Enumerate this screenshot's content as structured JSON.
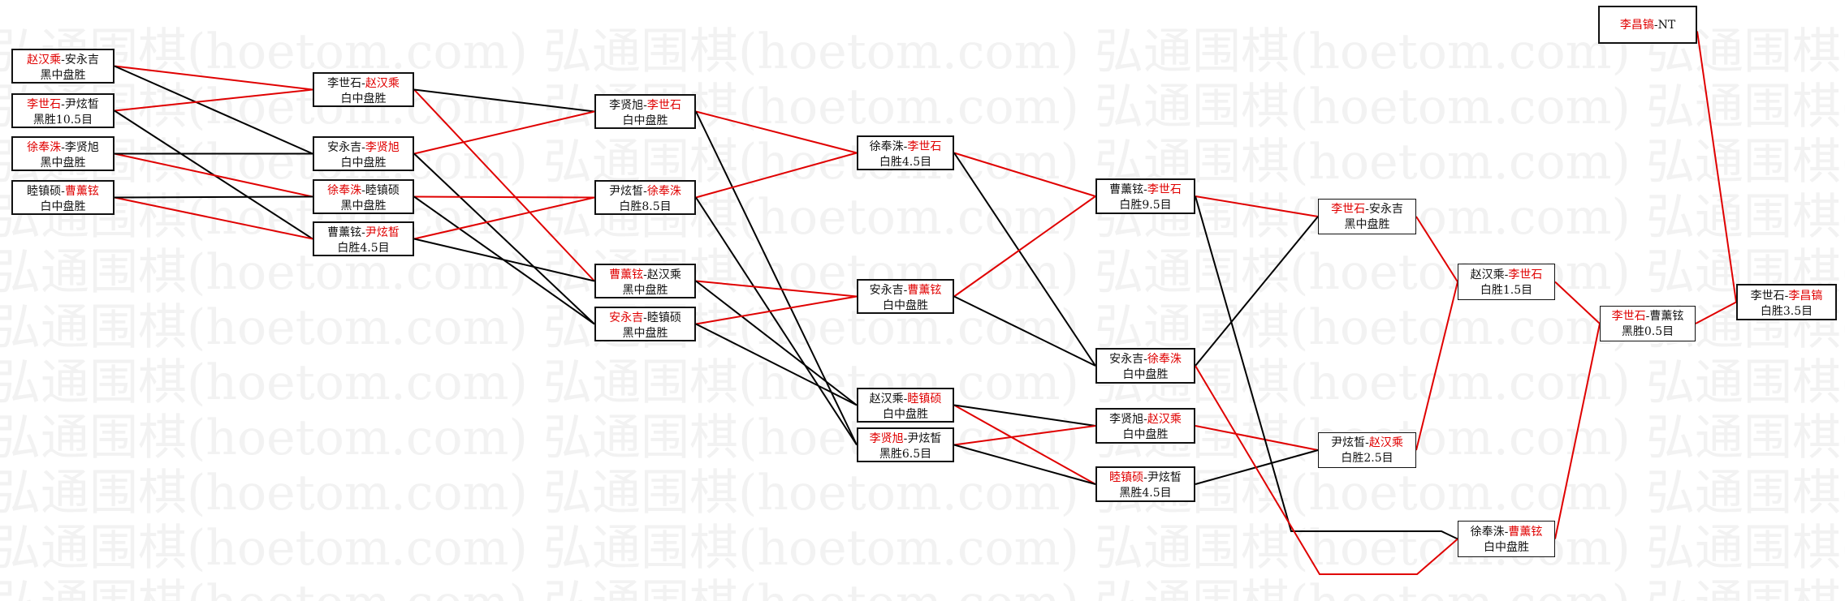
{
  "watermark": {
    "text": "弘通围棋(hoetom.com) 弘通围棋(hoetom.com) 弘通围棋(hoetom.com) 弘通围棋(hoetom.com) 弘通围棋(hoetom.com)"
  },
  "colors": {
    "winner": "#e00000",
    "line_red": "#e00000",
    "line_black": "#000000",
    "text": "#111111"
  },
  "bracket": {
    "r1": [
      {
        "p1": "赵汉乘",
        "p2": "安永吉",
        "winner": 1,
        "result": "黑中盘胜"
      },
      {
        "p1": "李世石",
        "p2": "尹炫皙",
        "winner": 1,
        "result": "黑胜10.5目"
      },
      {
        "p1": "徐奉洙",
        "p2": "李贤旭",
        "winner": 1,
        "result": "黑中盘胜"
      },
      {
        "p1": "睦镇硕",
        "p2": "曹薰铉",
        "winner": 2,
        "result": "白中盘胜"
      }
    ],
    "r2": [
      {
        "p1": "李世石",
        "p2": "赵汉乘",
        "winner": 2,
        "result": "白中盘胜"
      },
      {
        "p1": "安永吉",
        "p2": "李贤旭",
        "winner": 2,
        "result": "白中盘胜"
      },
      {
        "p1": "徐奉洙",
        "p2": "睦镇硕",
        "winner": 1,
        "result": "黑中盘胜"
      },
      {
        "p1": "曹薰铉",
        "p2": "尹炫皙",
        "winner": 2,
        "result": "白胜4.5目"
      }
    ],
    "r3": [
      {
        "p1": "李贤旭",
        "p2": "李世石",
        "winner": 2,
        "result": "白中盘胜"
      },
      {
        "p1": "尹炫皙",
        "p2": "徐奉洙",
        "winner": 2,
        "result": "白胜8.5目"
      },
      {
        "p1": "曹薰铉",
        "p2": "赵汉乘",
        "winner": 1,
        "result": "黑中盘胜"
      },
      {
        "p1": "安永吉",
        "p2": "睦镇硕",
        "winner": 1,
        "result": "黑中盘胜"
      }
    ],
    "r4": [
      {
        "p1": "徐奉洙",
        "p2": "李世石",
        "winner": 2,
        "result": "白胜4.5目"
      },
      {
        "p1": "安永吉",
        "p2": "曹薰铉",
        "winner": 2,
        "result": "白中盘胜"
      },
      {
        "p1": "赵汉乘",
        "p2": "睦镇硕",
        "winner": 2,
        "result": "白中盘胜"
      },
      {
        "p1": "李贤旭",
        "p2": "尹炫皙",
        "winner": 1,
        "result": "黑胜6.5目"
      }
    ],
    "r5": [
      {
        "p1": "曹薰铉",
        "p2": "李世石",
        "winner": 2,
        "result": "白胜9.5目"
      },
      {
        "p1": "安永吉",
        "p2": "徐奉洙",
        "winner": 2,
        "result": "白中盘胜"
      },
      {
        "p1": "李贤旭",
        "p2": "赵汉乘",
        "winner": 2,
        "result": "白中盘胜"
      },
      {
        "p1": "睦镇硕",
        "p2": "尹炫皙",
        "winner": 1,
        "result": "黑胜4.5目"
      }
    ],
    "r6": [
      {
        "p1": "李世石",
        "p2": "安永吉",
        "winner": 1,
        "result": "黑中盘胜"
      },
      {
        "p1": "尹炫皙",
        "p2": "赵汉乘",
        "winner": 2,
        "result": "白胜2.5目"
      }
    ],
    "r7": [
      {
        "p1": "赵汉乘",
        "p2": "李世石",
        "winner": 2,
        "result": "白胜1.5目"
      },
      {
        "p1": "徐奉洙",
        "p2": "曹薰铉",
        "winner": 2,
        "result": "白中盘胜"
      }
    ],
    "r8": [
      {
        "p1": "李世石",
        "p2": "曹薰铉",
        "winner": 1,
        "result": "黑胜0.5目"
      }
    ],
    "final": [
      {
        "p1": "李世石",
        "p2": "李昌镐",
        "winner": 2,
        "result": "白胜3.5目"
      }
    ],
    "seed": [
      {
        "p1": "李昌镐",
        "p2": "NT",
        "winner": 1,
        "result": ""
      }
    ]
  }
}
